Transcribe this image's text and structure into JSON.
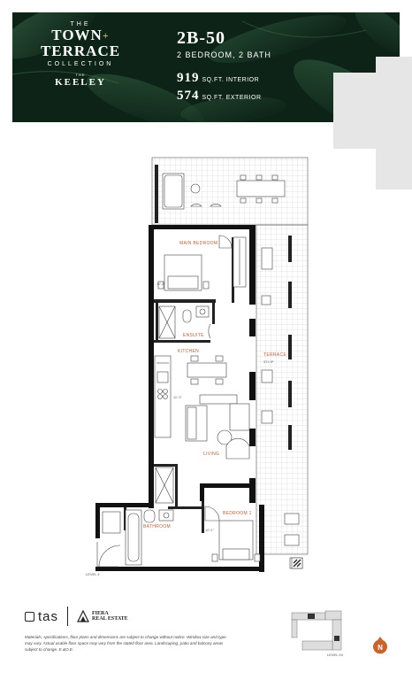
{
  "header": {
    "brand": {
      "the": "THE",
      "town": "TOWN",
      "terrace": "TERRACE",
      "collection": "COLLECTION",
      "the_small": "THE",
      "keeley": "KEELEY"
    },
    "unit_code": "2B-50",
    "bedrooms": "2 BEDROOM, 2 BATH",
    "interior_value": "919",
    "interior_label": "SQ.FT. INTERIOR",
    "exterior_value": "574",
    "exterior_label": "SQ.FT. EXTERIOR"
  },
  "rooms": {
    "main_bedroom": "MAIN BEDROOM",
    "main_bedroom_dim": "11'-8\"",
    "ensuite": "ENSUITE",
    "kitchen": "KITCHEN",
    "kitchen_dim": "11'-3\"",
    "terrace": "TERRACE",
    "terrace_dim": "574 ft²",
    "living": "LIVING",
    "bedroom1": "BEDROOM 1",
    "bedroom1_dim": "10'-1\"",
    "bathroom": "BATHROOM",
    "plan_level": "LEVEL 4"
  },
  "footer": {
    "tas": "tas",
    "fiera_line1": "FIERA",
    "fiera_line2": "REAL ESTATE",
    "disclaimer": "Materials, specifications, floor plans and dimensions are subject to change without notice. Window size and type may vary. Actual usable floor space may vary from the stated floor area. Landscaping, patio and balcony areas subject to change. E.&O.E.",
    "keymap_level": "LEVEL 04",
    "compass": "N"
  },
  "colors": {
    "header_bg": "#0d2318",
    "accent": "#b2623c",
    "compass": "#c8642e"
  }
}
